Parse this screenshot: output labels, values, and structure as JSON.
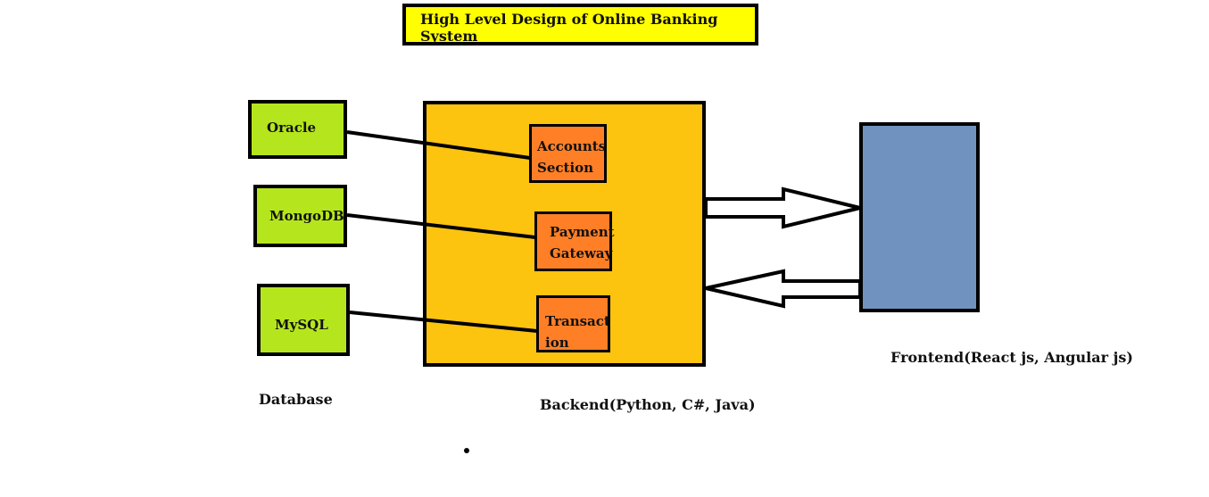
{
  "title": "High Level Design of Online Banking System",
  "databases": [
    {
      "label": "Oracle"
    },
    {
      "label": "MongoDB"
    },
    {
      "label": "MySQL"
    }
  ],
  "modules": [
    {
      "label": "Accounts\nSection"
    },
    {
      "label": "Payment\nGateway"
    },
    {
      "label": "Transact\nion"
    }
  ],
  "captions": {
    "database": "Database",
    "backend": "Backend(Python, C#, Java)",
    "frontend": "Frontend(React js, Angular js)"
  },
  "colors": {
    "title_bg": "#ffff00",
    "database_bg": "#b5e61d",
    "backend_bg": "#fcc30f",
    "module_bg": "#ff7f27",
    "frontend_bg": "#7092be"
  }
}
